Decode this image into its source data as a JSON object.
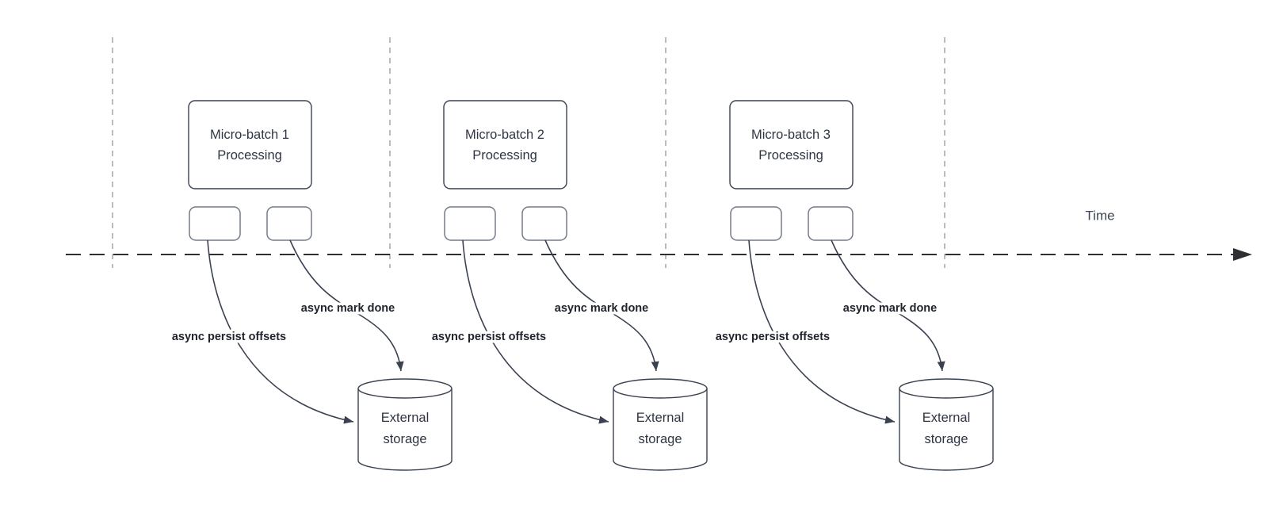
{
  "diagram": {
    "time_label": "Time",
    "batches": [
      {
        "box_title_line1": "Micro-batch 1",
        "box_title_line2": "Processing",
        "persist_label": "async persist offsets",
        "mark_done_label": "async mark done",
        "storage_title_line1": "External",
        "storage_title_line2": "storage"
      },
      {
        "box_title_line1": "Micro-batch 2",
        "box_title_line2": "Processing",
        "persist_label": "async persist offsets",
        "mark_done_label": "async mark done",
        "storage_title_line1": "External",
        "storage_title_line2": "storage"
      },
      {
        "box_title_line1": "Micro-batch 3",
        "box_title_line2": "Processing",
        "persist_label": "async persist offsets",
        "mark_done_label": "async mark done",
        "storage_title_line1": "External",
        "storage_title_line2": "storage"
      }
    ],
    "colors": {
      "background": "#ffffff",
      "shape_stroke": "#3a4150",
      "small_box_stroke": "#737a87",
      "arrow_stroke": "#3a4150",
      "timeline_stroke": "#2d2f33",
      "lane_divider": "#a9acb0",
      "box_text": "#2f3542",
      "bold_label_text": "#20242c",
      "time_label_text": "#3f4654"
    }
  }
}
